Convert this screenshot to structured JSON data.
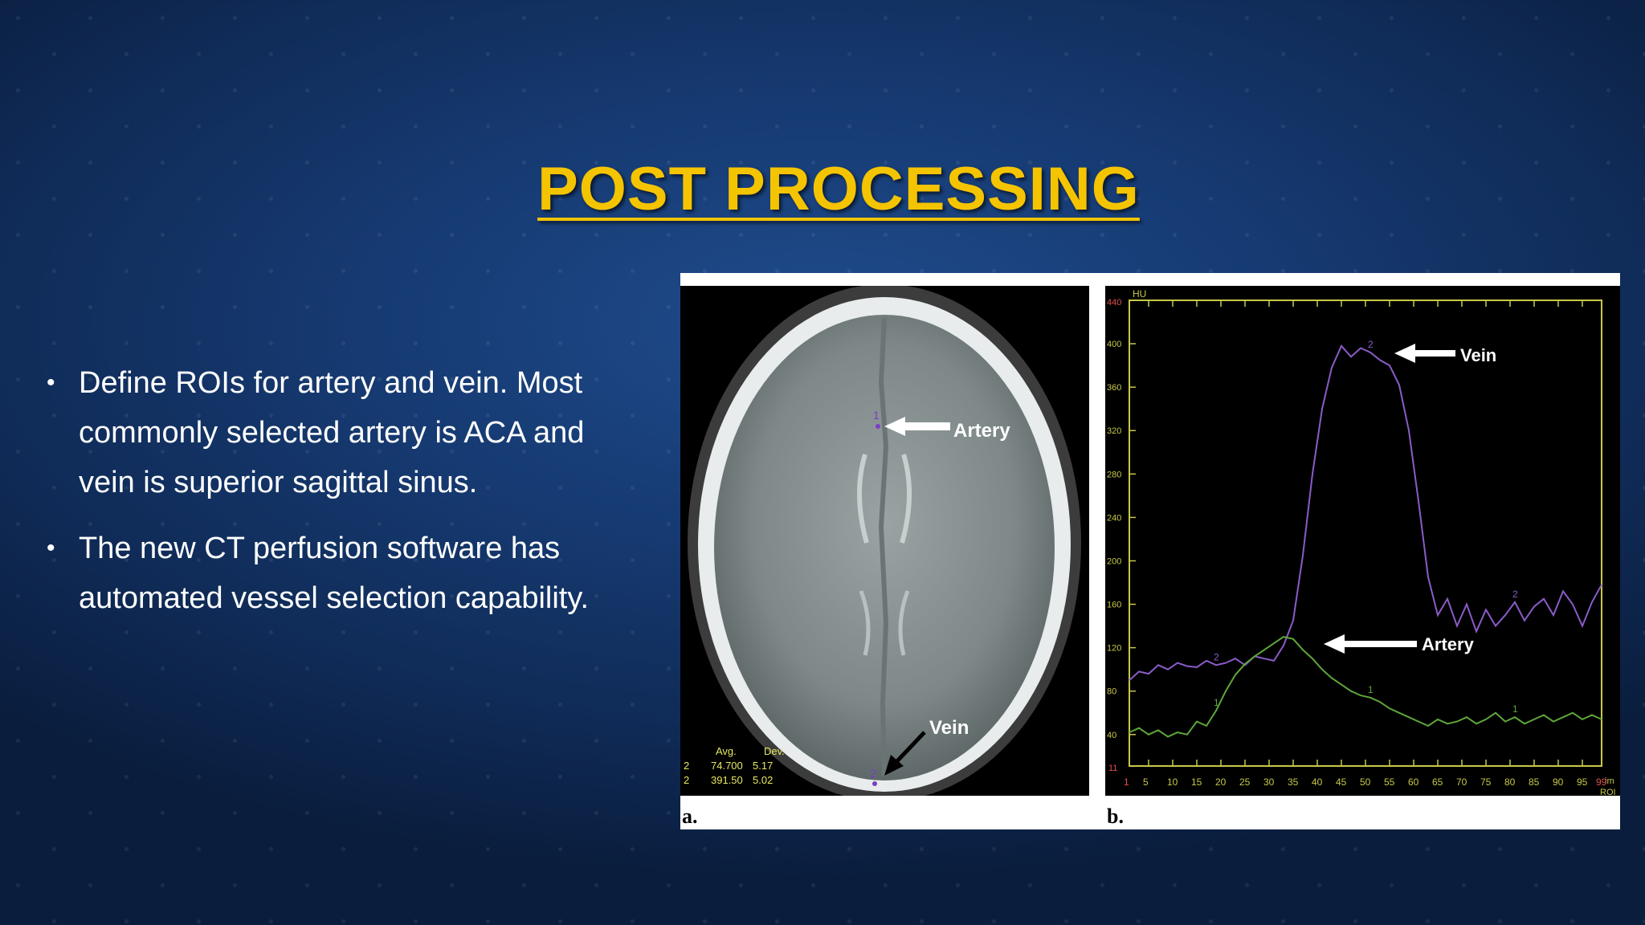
{
  "slide": {
    "title": "POST PROCESSING",
    "bullets": [
      "Define ROIs for artery and vein. Most commonly selected artery is ACA and vein is superior sagittal sinus.",
      "The new CT perfusion software has automated vessel selection capability."
    ]
  },
  "figure": {
    "panel_a": {
      "letter": "a.",
      "labels": {
        "artery": "Artery",
        "vein": "Vein"
      },
      "roi_markers": [
        "1",
        "2"
      ],
      "stats_header": {
        "avg": "Avg.",
        "dev": "Dev."
      },
      "stats_rows": [
        {
          "roi": "2",
          "avg": "74.700",
          "dev": "5.17"
        },
        {
          "roi": "2",
          "avg": "391.50",
          "dev": "5.02"
        }
      ]
    },
    "panel_b": {
      "letter": "b.",
      "y_unit": "HU",
      "x_unit": "im",
      "roi_label": "ROI",
      "labels": {
        "vein": "Vein",
        "artery": "Artery"
      }
    }
  },
  "chart_data": {
    "type": "line",
    "ylabel": "HU",
    "xlabel": "im",
    "ylim": [
      11,
      440
    ],
    "xlim": [
      1,
      99
    ],
    "y_ticks": [
      40,
      80,
      120,
      160,
      200,
      240,
      280,
      320,
      360,
      400
    ],
    "x_ticks": [
      1,
      5,
      10,
      15,
      20,
      25,
      30,
      35,
      40,
      45,
      50,
      55,
      60,
      65,
      70,
      75,
      80,
      85,
      90,
      95,
      99
    ],
    "series": [
      {
        "name": "2",
        "label": "Vein",
        "color": "#8a5cc8",
        "x": [
          1,
          3,
          5,
          7,
          9,
          11,
          13,
          15,
          17,
          19,
          21,
          23,
          25,
          27,
          29,
          31,
          33,
          35,
          37,
          39,
          41,
          43,
          45,
          47,
          49,
          51,
          53,
          55,
          57,
          59,
          61,
          63,
          65,
          67,
          69,
          71,
          73,
          75,
          77,
          79,
          81,
          83,
          85,
          87,
          89,
          91,
          93,
          95,
          97,
          99
        ],
        "y": [
          90,
          98,
          96,
          104,
          100,
          106,
          103,
          102,
          108,
          104,
          106,
          110,
          104,
          112,
          110,
          108,
          122,
          145,
          205,
          280,
          340,
          378,
          398,
          388,
          396,
          392,
          385,
          380,
          362,
          320,
          255,
          185,
          150,
          165,
          140,
          160,
          135,
          155,
          140,
          150,
          162,
          145,
          158,
          165,
          150,
          172,
          160,
          140,
          162,
          178
        ]
      },
      {
        "name": "1",
        "label": "Artery",
        "color": "#5ea63a",
        "x": [
          1,
          3,
          5,
          7,
          9,
          11,
          13,
          15,
          17,
          19,
          21,
          23,
          25,
          27,
          29,
          31,
          33,
          35,
          37,
          39,
          41,
          43,
          45,
          47,
          49,
          51,
          53,
          55,
          57,
          59,
          61,
          63,
          65,
          67,
          69,
          71,
          73,
          75,
          77,
          79,
          81,
          83,
          85,
          87,
          89,
          91,
          93,
          95,
          97,
          99
        ],
        "y": [
          42,
          46,
          40,
          44,
          38,
          42,
          40,
          52,
          48,
          62,
          80,
          95,
          105,
          112,
          118,
          124,
          130,
          128,
          118,
          110,
          100,
          92,
          86,
          80,
          76,
          74,
          70,
          64,
          60,
          56,
          52,
          48,
          54,
          50,
          52,
          56,
          50,
          54,
          60,
          52,
          56,
          50,
          54,
          58,
          52,
          56,
          60,
          54,
          58,
          54
        ]
      }
    ]
  }
}
